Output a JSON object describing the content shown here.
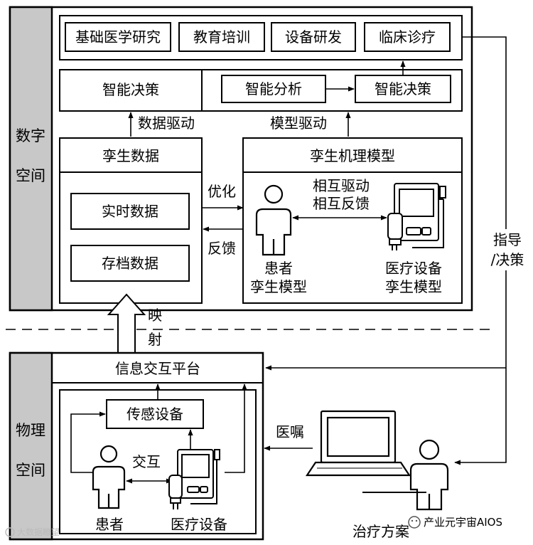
{
  "space": {
    "digital": {
      "line1": "数字",
      "line2": "空间"
    },
    "physical": {
      "line1": "物理",
      "line2": "空间"
    }
  },
  "top_row": [
    "基础医学研究",
    "教育培训",
    "设备研发",
    "临床诊疗"
  ],
  "decision": {
    "left": "智能决策",
    "analysis": "智能分析",
    "right": "智能决策"
  },
  "drives": {
    "data": "数据驱动",
    "model": "模型驱动"
  },
  "twin_data": {
    "title": "孪生数据",
    "realtime": "实时数据",
    "archive": "存档数据"
  },
  "twin_model": {
    "title": "孪生机理模型",
    "mutual_drive": "相互驱动",
    "mutual_feedback": "相互反馈",
    "patient_twin": {
      "line1": "患者",
      "line2": "孪生模型"
    },
    "device_twin": {
      "line1": "医疗设备",
      "line2": "孪生模型"
    }
  },
  "flows": {
    "optimize": "优化",
    "feedback": "反馈",
    "mapping": {
      "line1": "映",
      "line2": "射"
    },
    "guidance": {
      "line1": "指导",
      "line2": "/决策"
    },
    "order": "医嘱",
    "interact": "交互"
  },
  "physical": {
    "platform": "信息交互平台",
    "sensor": "传感设备",
    "patient": "患者",
    "device": "医疗设备",
    "treatment": "治疗方案"
  },
  "watermark": {
    "right": "产业元宇宙AIOS",
    "left": "大数据瞭望"
  }
}
